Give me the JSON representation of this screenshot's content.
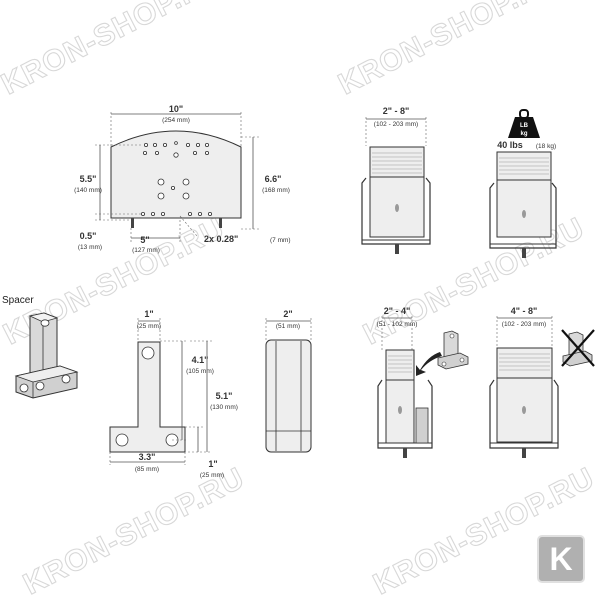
{
  "watermark": "KRON-SHOP.RU",
  "logo_letter": "K",
  "plate": {
    "width": "10\"",
    "width_mm": "(254 mm)",
    "height": "6.6\"",
    "height_mm": "(168 mm)",
    "hole_span": "5.5\"",
    "hole_span_mm": "(140 mm)",
    "bottom": "0.5\"",
    "bottom_mm": "(13 mm)",
    "hole_spacing": "5\"",
    "hole_spacing_mm": "(127 mm)",
    "slot": "2x 0.28\"",
    "slot_mm": "(7 mm)"
  },
  "holder_top": {
    "range": "2\" - 8\"",
    "range_mm": "(102 - 203 mm)"
  },
  "weight": {
    "badge_top": "LB",
    "badge_bottom": "kg",
    "value": "40 lbs",
    "value_kg": "(18 kg)"
  },
  "spacer": {
    "title": "Spacer",
    "top_width": "1\"",
    "top_width_mm": "(25 mm)",
    "stem_height": "4.1\"",
    "stem_height_mm": "(105 mm)",
    "total_height": "5.1\"",
    "total_height_mm": "(130 mm)",
    "base_width": "3.3\"",
    "base_width_mm": "(85 mm)",
    "base_height": "1\"",
    "base_height_mm": "(25 mm)",
    "side_width": "2\"",
    "side_width_mm": "(51 mm)"
  },
  "holder_small": {
    "range": "2\" - 4\"",
    "range_mm": "(51 - 102 mm)"
  },
  "holder_large": {
    "range": "4\" - 8\"",
    "range_mm": "(102 - 203 mm)"
  }
}
